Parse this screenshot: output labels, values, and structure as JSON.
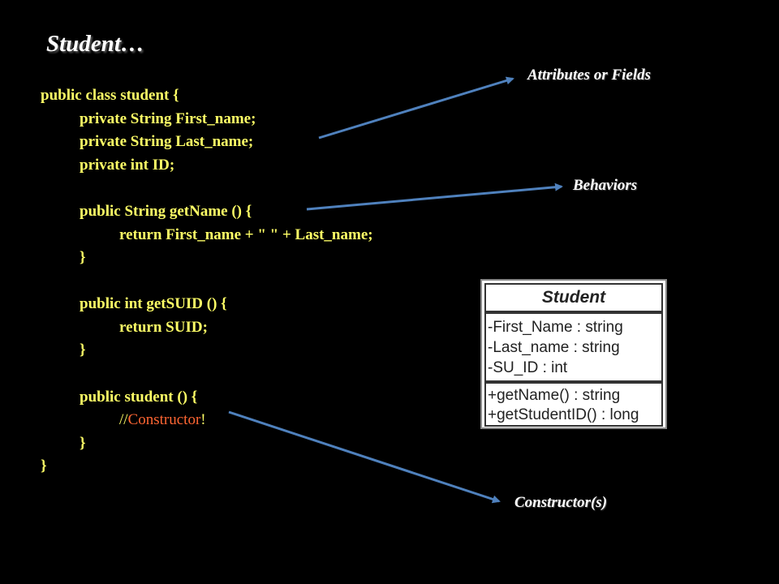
{
  "title": "Student…",
  "code": [
    {
      "text": "public class student {",
      "indent": 0
    },
    {
      "text": "private String First_name;",
      "indent": 1
    },
    {
      "text": "private String Last_name;",
      "indent": 1
    },
    {
      "text": "private int ID;",
      "indent": 1
    },
    {
      "text": "public String getName () {",
      "indent": 1
    },
    {
      "text": "return First_name + \" \" + Last_name;",
      "indent": 2
    },
    {
      "text": "}",
      "indent": 1
    },
    {
      "text": "public int getSUID () {",
      "indent": 1
    },
    {
      "text": "return SUID;",
      "indent": 2
    },
    {
      "text": "}",
      "indent": 1
    },
    {
      "text": "public student () {",
      "indent": 1
    },
    {
      "comment_prefix": "//",
      "comment_word": "Constructor",
      "comment_suffix": "!",
      "indent": 2
    },
    {
      "text": "}",
      "indent": 1
    },
    {
      "text": "}",
      "indent": 0
    }
  ],
  "labels": {
    "attributes": "Attributes or Fields",
    "behaviors": "Behaviors",
    "constructors": "Constructor(s)"
  },
  "uml": {
    "class_name": "Student",
    "attributes": [
      "-First_Name : string",
      "-Last_name : string",
      "-SU_ID : int"
    ],
    "operations": [
      "+getName() : string",
      "+getStudentID() : long"
    ]
  },
  "colors": {
    "code": "#ffff66",
    "comment_keyword": "#ff6633",
    "arrow": "#4f81bd"
  }
}
